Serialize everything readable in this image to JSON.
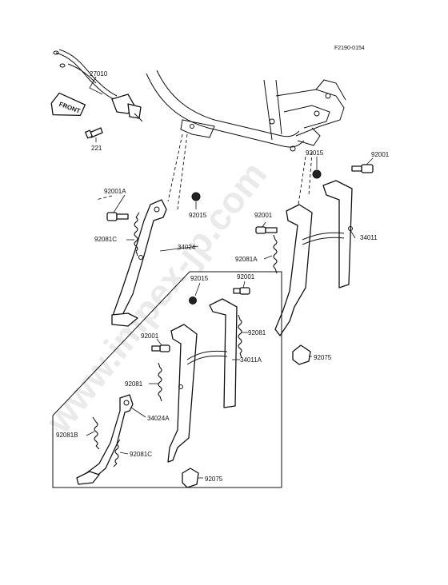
{
  "figure_id": "F2190-0154",
  "watermark": "www.impex-jp.com",
  "front_arrow_label": "FRONT",
  "part_labels": {
    "p27010": "27010",
    "p221": "221",
    "p92001A": "92001A",
    "p92015_top": "92015",
    "p92081C_top": "92081C",
    "p34024": "34024",
    "p92015_right": "92015",
    "p92001_right": "92001",
    "p92001_mid": "92001",
    "p34011": "34011",
    "p92081A": "92081A",
    "p92015_box": "92015",
    "p92001_box": "92001",
    "p92081_right": "92081",
    "p92001_box_left": "92001",
    "p34011A": "34011A",
    "p92075_right": "92075",
    "p92081_box": "92081",
    "p34024A": "34024A",
    "p92081B": "92081B",
    "p92081C_box": "92081C",
    "p92075_box": "92075"
  }
}
